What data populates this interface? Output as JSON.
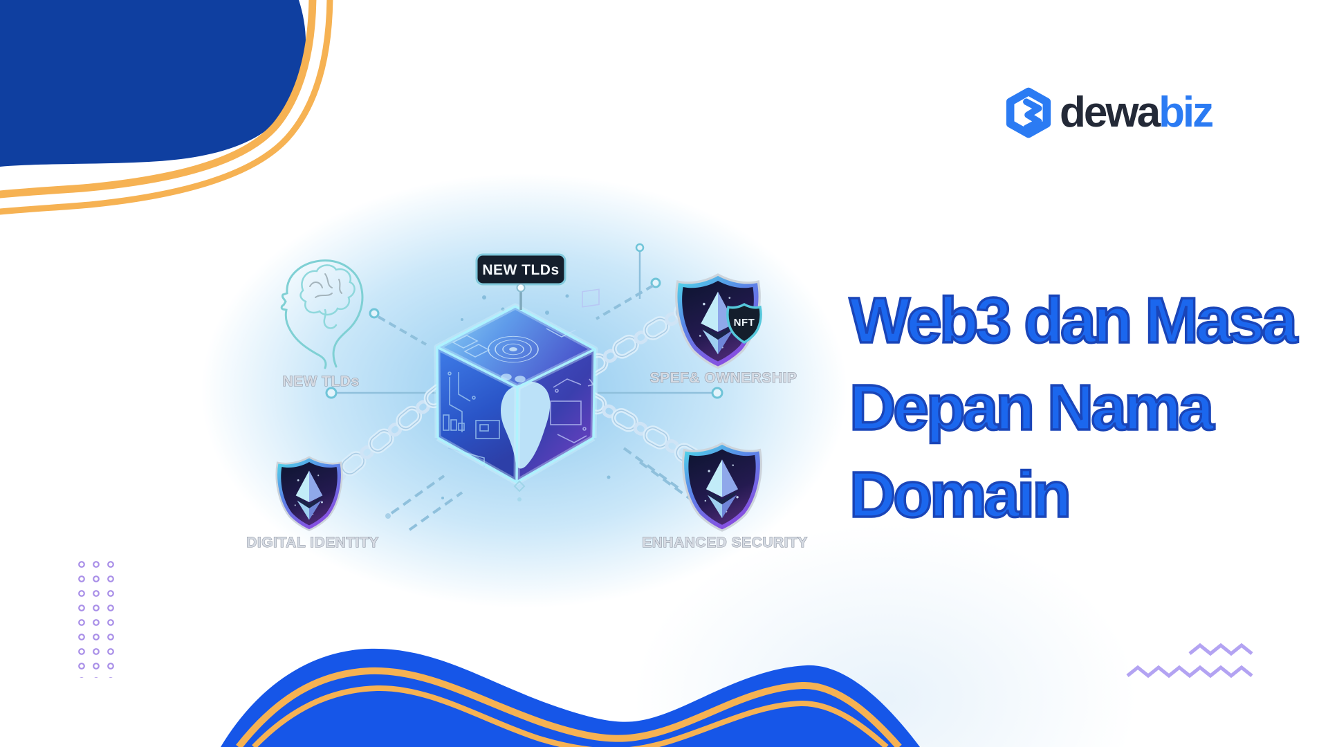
{
  "logo": {
    "name": "dewabiz",
    "dark": "dewa",
    "accent": "biz"
  },
  "title": {
    "line1": "Web3 dan Masa",
    "line2": "Depan Nama",
    "line3": "Domain"
  },
  "diagram": {
    "sign": "NEW TLDs",
    "nodes": [
      {
        "id": "new-tlds",
        "label": "NEW TLDs",
        "icon": "brain-head-icon"
      },
      {
        "id": "spef-ownership",
        "label": "SPEF& OWNERSHIP",
        "icon": "eth-shield-icon",
        "badge": "NFT"
      },
      {
        "id": "digital-identity",
        "label": "DIGITAL IDENTITY",
        "icon": "eth-shield-icon"
      },
      {
        "id": "enhanced-security",
        "label": "ENHANCED SECURITY",
        "icon": "eth-shield-icon"
      }
    ],
    "center": "blockchain-cube"
  },
  "colors": {
    "brand_blue": "#2b7bf3",
    "navy_blob": "#0f3fa0",
    "wave_blue": "#1656e8",
    "orange_accent": "#f6b253",
    "title_blue": "#1b67ee",
    "title_outline": "#1a45b8",
    "purple_accent": "#b3a3f2",
    "glow_blue": "#a8d4ef",
    "cube_edge_cyan": "#aef4ff",
    "shield_teal": "#4ee0e8",
    "shield_purple": "#8a4ae0"
  }
}
